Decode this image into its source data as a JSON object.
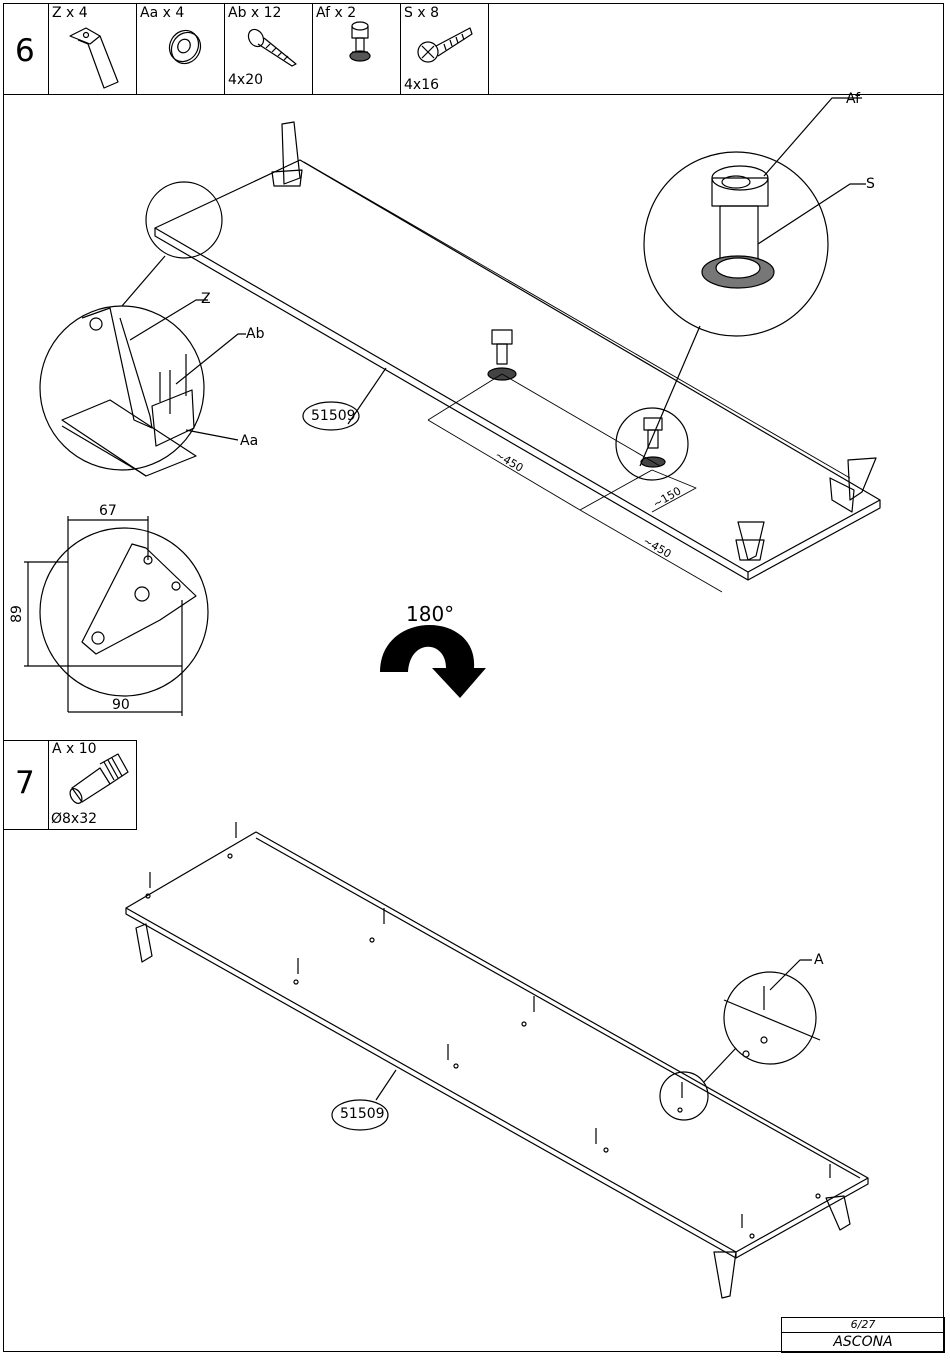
{
  "step6": {
    "number": "6",
    "parts": [
      {
        "label": "Z x 4",
        "icon": "leg-bracket-icon"
      },
      {
        "label": "Aa x 4",
        "icon": "washer-icon"
      },
      {
        "label": "Ab x 12",
        "icon": "screw-icon",
        "size": "4x20"
      },
      {
        "label": "Af x 2",
        "icon": "adjustable-foot-icon"
      },
      {
        "label": "S x 8",
        "icon": "countersunk-screw-icon",
        "size": "4x16"
      }
    ],
    "callouts": {
      "af": "Af",
      "s": "S",
      "z": "Z",
      "ab": "Ab",
      "aa": "Aa"
    },
    "panel_code": "51509",
    "dimensions": {
      "d1": "~450",
      "d2": "~150",
      "d3": "~450"
    },
    "bracket_dims": {
      "width_top": "67",
      "height": "89",
      "width_bottom": "90"
    },
    "rotate": "180°"
  },
  "step7": {
    "number": "7",
    "part": {
      "label": "A x 10",
      "size": "Ø8x32",
      "icon": "dowel-icon"
    },
    "callout": "A",
    "panel_code": "51509"
  },
  "footer": {
    "page": "6/27",
    "product": "ASCONA"
  }
}
